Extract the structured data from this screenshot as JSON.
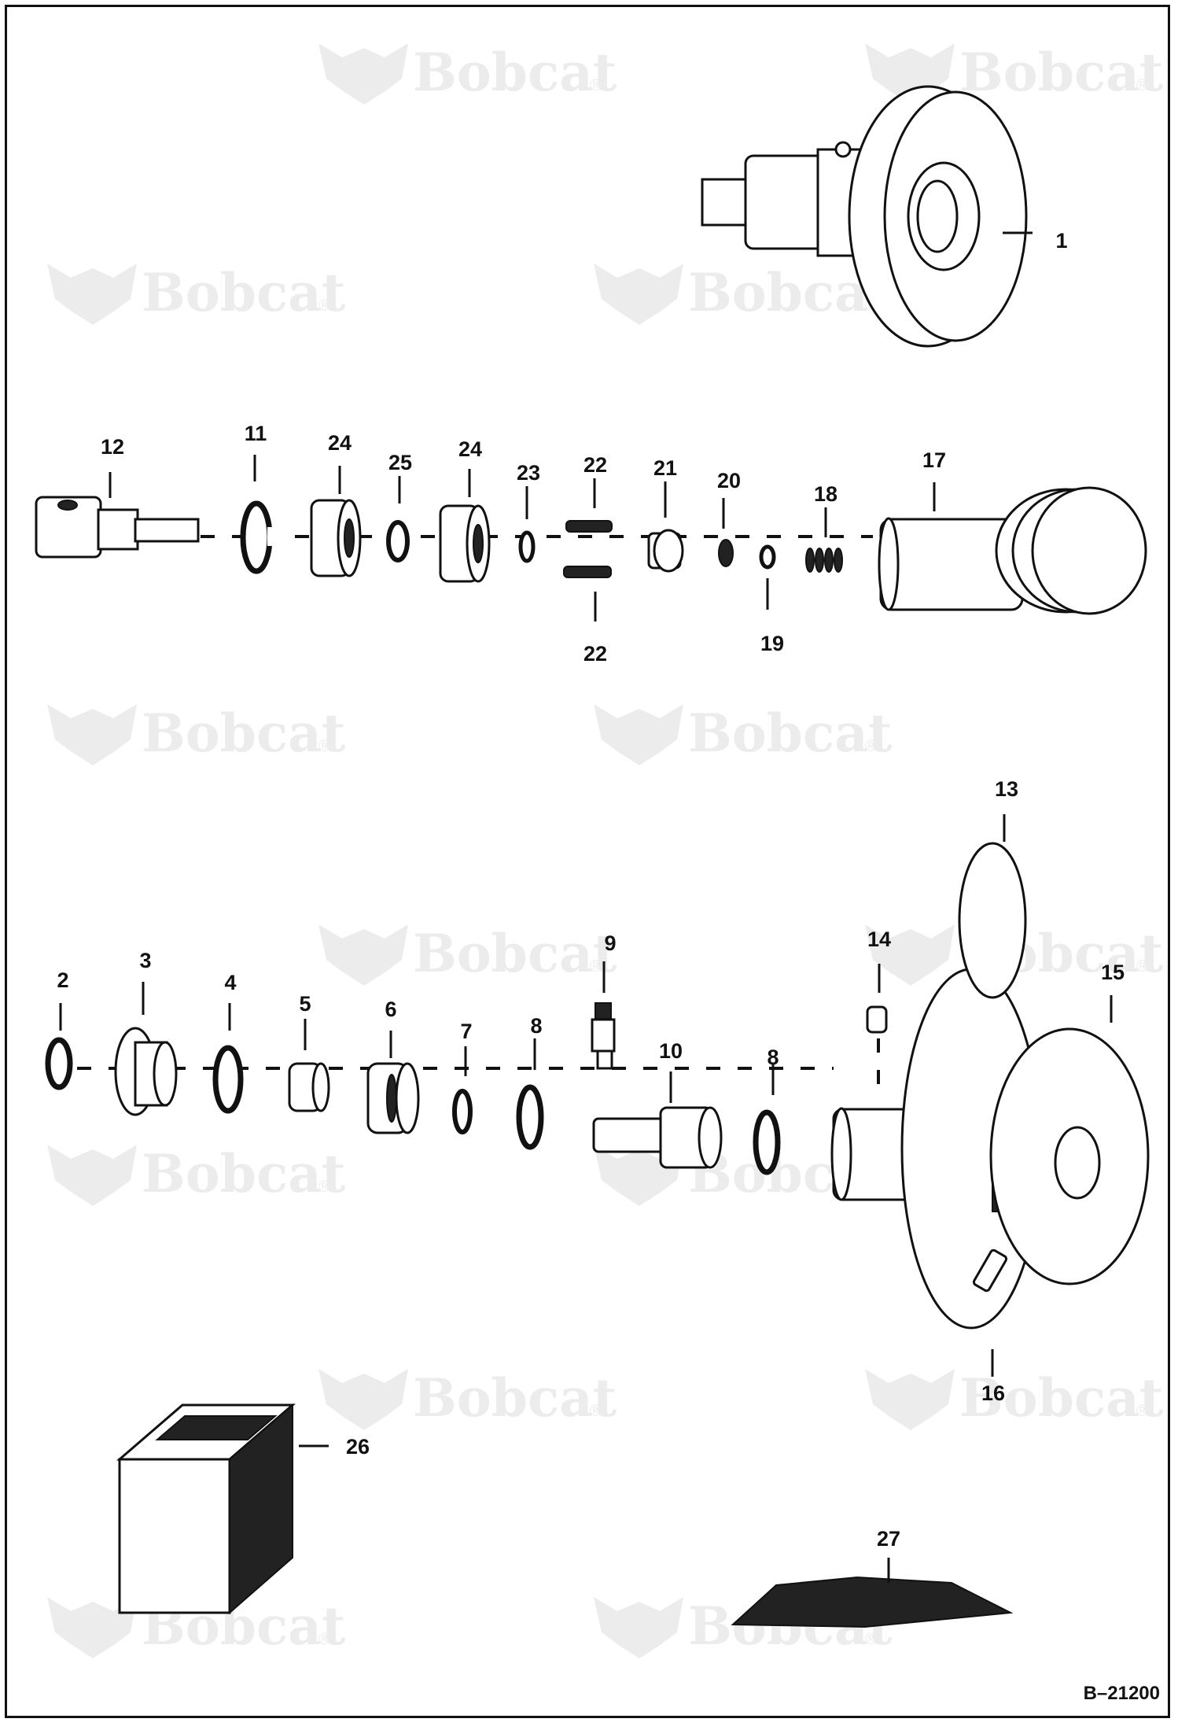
{
  "figure_ref": "B–21200",
  "watermark": {
    "text": "Bobcat",
    "registered": "®"
  },
  "parts": [
    {
      "id": "p1",
      "label": "1"
    },
    {
      "id": "p2",
      "label": "2"
    },
    {
      "id": "p3",
      "label": "3"
    },
    {
      "id": "p4",
      "label": "4"
    },
    {
      "id": "p5",
      "label": "5"
    },
    {
      "id": "p6",
      "label": "6"
    },
    {
      "id": "p7",
      "label": "7"
    },
    {
      "id": "p8a",
      "label": "8"
    },
    {
      "id": "p8b",
      "label": "8"
    },
    {
      "id": "p9",
      "label": "9"
    },
    {
      "id": "p10",
      "label": "10"
    },
    {
      "id": "p11",
      "label": "11"
    },
    {
      "id": "p12",
      "label": "12"
    },
    {
      "id": "p13",
      "label": "13"
    },
    {
      "id": "p14",
      "label": "14"
    },
    {
      "id": "p15",
      "label": "15"
    },
    {
      "id": "p16",
      "label": "16"
    },
    {
      "id": "p17",
      "label": "17"
    },
    {
      "id": "p18",
      "label": "18"
    },
    {
      "id": "p19",
      "label": "19"
    },
    {
      "id": "p20",
      "label": "20"
    },
    {
      "id": "p21",
      "label": "21"
    },
    {
      "id": "p22a",
      "label": "22"
    },
    {
      "id": "p22b",
      "label": "22"
    },
    {
      "id": "p23",
      "label": "23"
    },
    {
      "id": "p24a",
      "label": "24"
    },
    {
      "id": "p24b",
      "label": "24"
    },
    {
      "id": "p25",
      "label": "25"
    },
    {
      "id": "p26",
      "label": "26"
    },
    {
      "id": "p27",
      "label": "27"
    }
  ]
}
